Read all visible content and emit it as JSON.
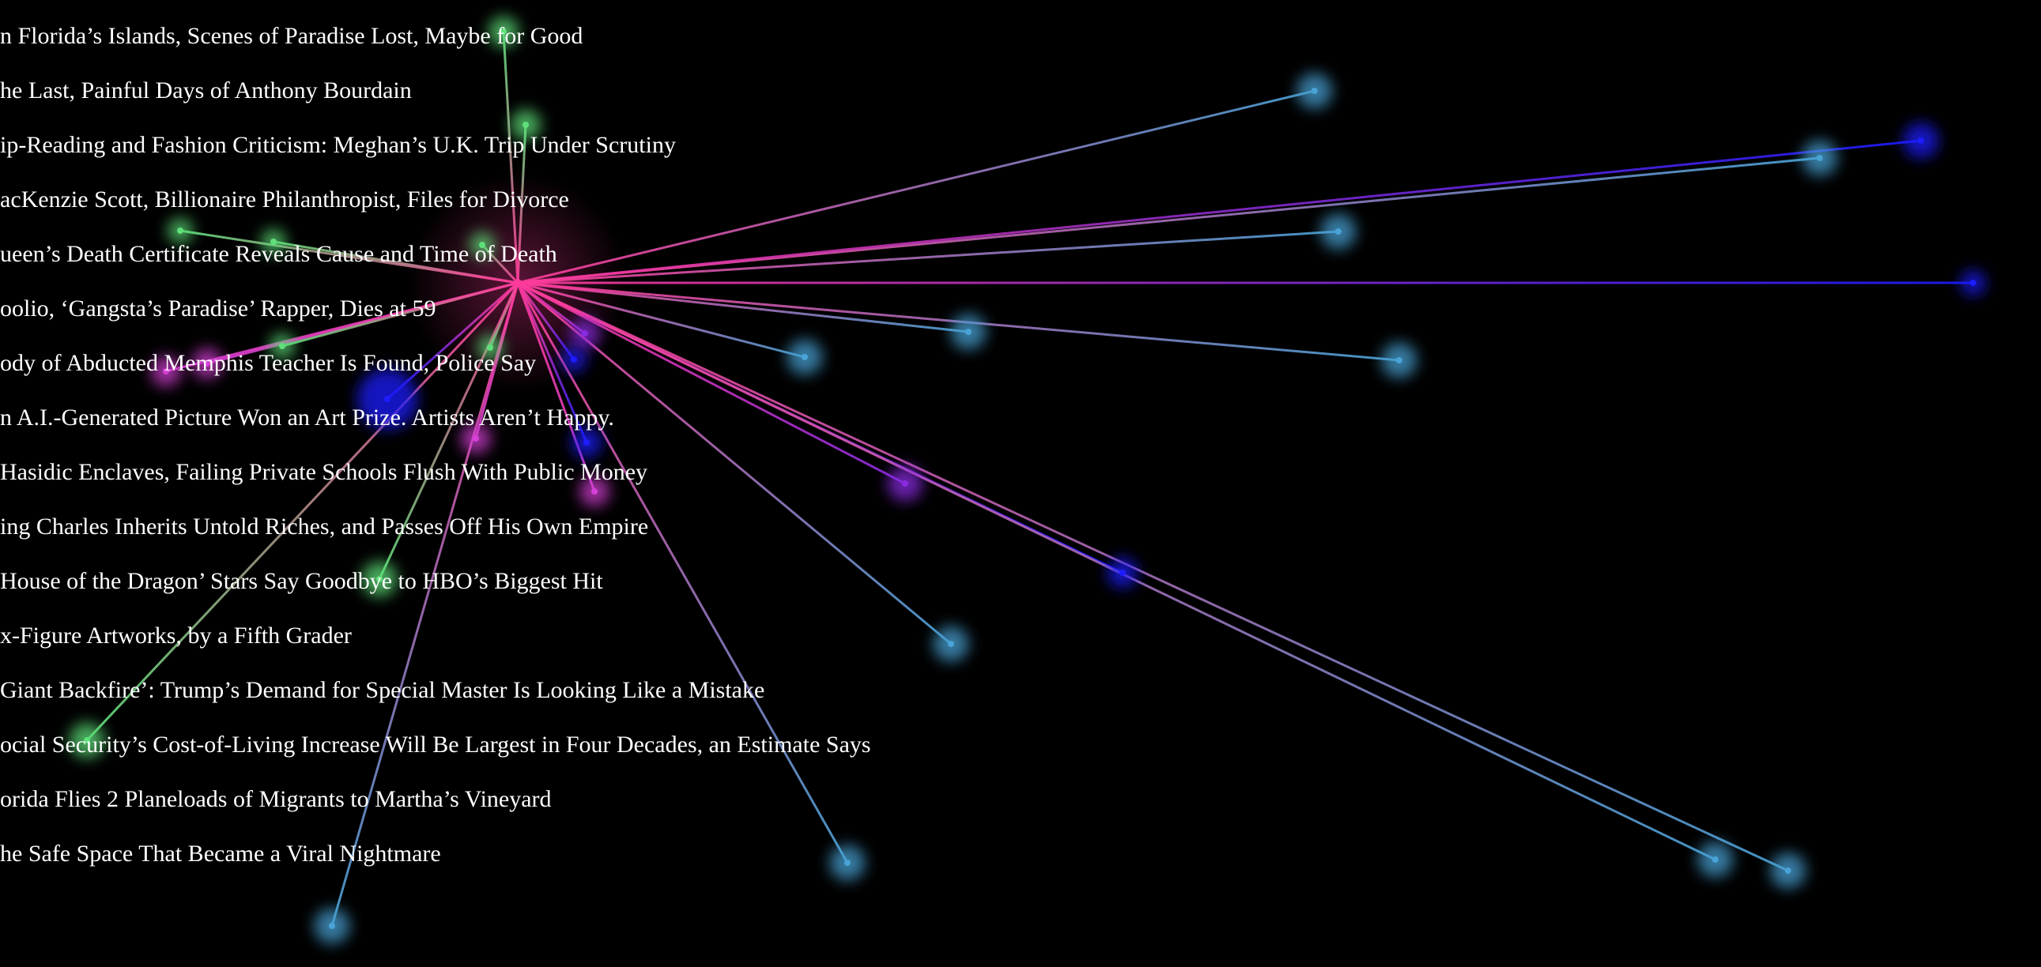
{
  "headlines": [
    "n Florida’s Islands, Scenes of Paradise Lost, Maybe for Good",
    "he Last, Painful Days of Anthony Bourdain",
    "ip-Reading and Fashion Criticism: Meghan’s U.K. Trip Under Scrutiny",
    "acKenzie Scott, Billionaire Philanthropist, Files for Divorce",
    "ueen’s Death Certificate Reveals Cause and Time of Death",
    "oolio, ‘Gangsta’s Paradise’ Rapper, Dies at 59",
    "ody of Abducted Memphis Teacher Is Found, Police Say",
    "n A.I.-Generated Picture Won an Art Prize. Artists Aren’t Happy.",
    " Hasidic Enclaves, Failing Private Schools Flush With Public Money",
    "ing Charles Inherits Untold Riches, and Passes Off His Own Empire",
    "House of the Dragon’ Stars Say Goodbye to HBO’s Biggest Hit",
    "x-Figure Artworks, by a Fifth Grader",
    "Giant Backfire’: Trump’s Demand for Special Master Is Looking Like a Mistake",
    "ocial Security’s Cost-of-Living Increase Will Be Largest in Four Decades, an Estimate Says",
    "orida Flies 2 Planeloads of Migrants to Martha’s Vineyard",
    "he Safe Space That Became a Viral Nightmare"
  ],
  "colors": {
    "background": "#000000",
    "hub": "#ff3a9a",
    "cyan": "#4aa3d6",
    "green": "#5fe07a",
    "blue": "#1c1cff",
    "violet": "#8a2be2",
    "magenta": "#d640d6"
  }
}
